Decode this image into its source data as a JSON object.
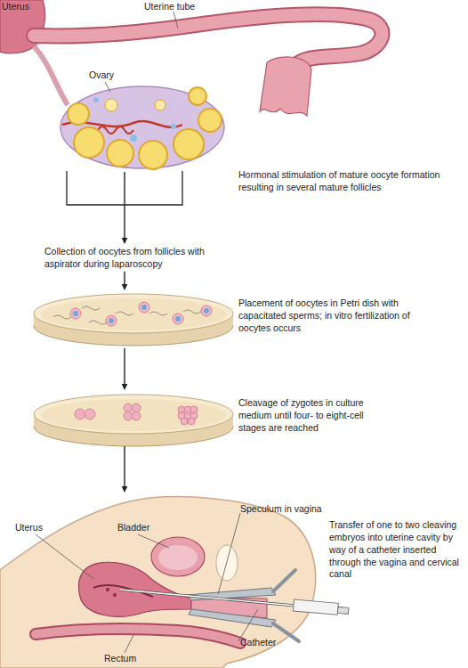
{
  "diagram": {
    "nodes": [
      {
        "text": [
          "Hormonal stimulation of mature oocyte formation resulting in several mature follicles"
        ]
      },
      {
        "text": [
          "Collection of oocytes from follicles with aspirator during laparoscopy"
        ]
      },
      {
        "text": [
          "Placement of oocytes in Petri dish with capacitated sperms; in vitro fertilization of oocytes occurs"
        ]
      },
      {
        "text": [
          "Cleavage of zygotes in culture medium until four- to eight-cell stages are reached"
        ]
      },
      {
        "text": [
          "Transfer of one to two cleaving embryos into uterine cavity by way of a catheter inserted through the vagina and cervical canal"
        ]
      }
    ],
    "edges": [
      {
        "from": 0,
        "to": 1,
        "arrow": "to"
      },
      {
        "from": 1,
        "to": 2,
        "arrow": "to"
      },
      {
        "from": 2,
        "to": 3,
        "arrow": "to"
      },
      {
        "from": 3,
        "to": 4,
        "arrow": "to"
      }
    ],
    "labels": [
      "Uterus",
      "Uterine tube",
      "Ovary",
      "Speculum in vagina",
      "Uterus",
      "Bladder",
      "Catheter",
      "Rectum"
    ]
  }
}
